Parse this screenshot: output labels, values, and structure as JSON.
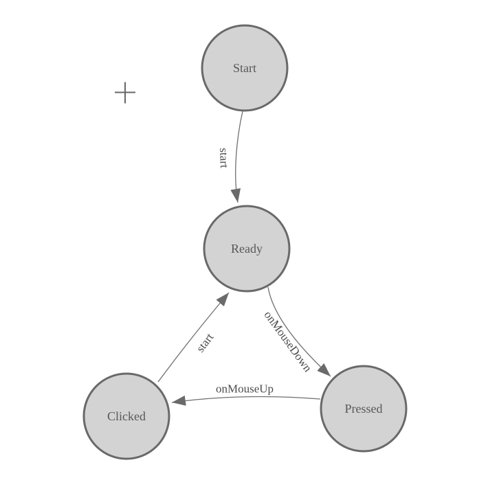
{
  "diagram": {
    "nodes": [
      {
        "id": "start",
        "label": "Start"
      },
      {
        "id": "ready",
        "label": "Ready"
      },
      {
        "id": "clicked",
        "label": "Clicked"
      },
      {
        "id": "pressed",
        "label": "Pressed"
      }
    ],
    "edges": [
      {
        "from": "Start",
        "to": "Ready",
        "label": "start"
      },
      {
        "from": "Clicked",
        "to": "Ready",
        "label": "start"
      },
      {
        "from": "Ready",
        "to": "Pressed",
        "label": "onMouseDown"
      },
      {
        "from": "Pressed",
        "to": "Clicked",
        "label": "onMouseUp"
      }
    ],
    "icons": {
      "crosshair": "plus-crosshair"
    },
    "colors": {
      "background": "#ffffff",
      "node_fill": "#d3d3d3",
      "node_border": "#696969",
      "edge_line": "#6f6f6f",
      "arrowhead": "#6a6a6a",
      "node_text": "#585858",
      "edge_text": "#4c4c4c",
      "crosshair": "#666666"
    }
  }
}
